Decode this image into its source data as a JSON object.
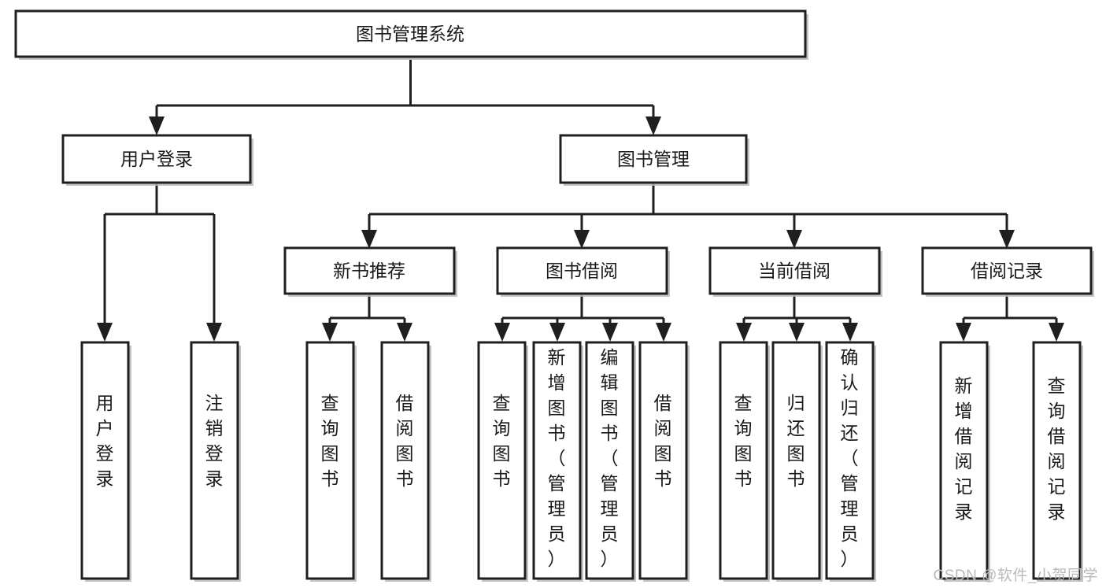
{
  "diagram": {
    "type": "tree",
    "title": "图书管理系统",
    "orientation": "top-down",
    "colors": {
      "box_fill": "#ffffff",
      "box_stroke": "#1f1f1f",
      "edge": "#1f1f1f",
      "text": "#1a1a1a",
      "watermark": "#b9b9b9"
    },
    "nodes": {
      "root": {
        "label": "图书管理系统",
        "level": 1,
        "orientation": "horizontal"
      },
      "l2": [
        {
          "id": "user-login",
          "label": "用户登录",
          "level": 2,
          "orientation": "horizontal"
        },
        {
          "id": "book-manage",
          "label": "图书管理",
          "level": 2,
          "orientation": "horizontal"
        }
      ],
      "l3": [
        {
          "id": "new-book-recommend",
          "label": "新书推荐",
          "level": 3,
          "orientation": "horizontal",
          "parent": "book-manage"
        },
        {
          "id": "book-borrow",
          "label": "图书借阅",
          "level": 3,
          "orientation": "horizontal",
          "parent": "book-manage"
        },
        {
          "id": "current-borrow",
          "label": "当前借阅",
          "level": 3,
          "orientation": "horizontal",
          "parent": "book-manage"
        },
        {
          "id": "borrow-record",
          "label": "借阅记录",
          "level": 3,
          "orientation": "horizontal",
          "parent": "borrow-record-parent"
        }
      ],
      "leaves": [
        {
          "id": "leaf-user-login",
          "label": "用户登录",
          "orientation": "vertical",
          "parent": "user-login"
        },
        {
          "id": "leaf-user-logout",
          "label": "注销登录",
          "orientation": "vertical",
          "parent": "user-login"
        },
        {
          "id": "leaf-query-book-1",
          "label": "查询图书",
          "orientation": "vertical",
          "parent": "new-book-recommend"
        },
        {
          "id": "leaf-borrow-book-1",
          "label": "借阅图书",
          "orientation": "vertical",
          "parent": "new-book-recommend"
        },
        {
          "id": "leaf-query-book-2",
          "label": "查询图书",
          "orientation": "vertical",
          "parent": "book-borrow"
        },
        {
          "id": "leaf-add-book",
          "label": "新增图书（管理员）",
          "orientation": "vertical",
          "parent": "book-borrow"
        },
        {
          "id": "leaf-edit-book",
          "label": "编辑图书（管理员）",
          "orientation": "vertical",
          "parent": "book-borrow"
        },
        {
          "id": "leaf-borrow-book-2",
          "label": "借阅图书",
          "orientation": "vertical",
          "parent": "book-borrow"
        },
        {
          "id": "leaf-query-book-3",
          "label": "查询图书",
          "orientation": "vertical",
          "parent": "current-borrow"
        },
        {
          "id": "leaf-return-book",
          "label": "归还图书",
          "orientation": "vertical",
          "parent": "current-borrow"
        },
        {
          "id": "leaf-confirm-return",
          "label": "确认归还（管理员）",
          "orientation": "vertical",
          "parent": "current-borrow"
        },
        {
          "id": "leaf-add-record",
          "label": "新增借阅记录",
          "orientation": "vertical",
          "parent": "borrow-record"
        },
        {
          "id": "leaf-query-record",
          "label": "查询借阅记录",
          "orientation": "vertical",
          "parent": "borrow-record"
        }
      ]
    }
  },
  "watermark": {
    "text": "CSDN @软件_小贺同学"
  }
}
